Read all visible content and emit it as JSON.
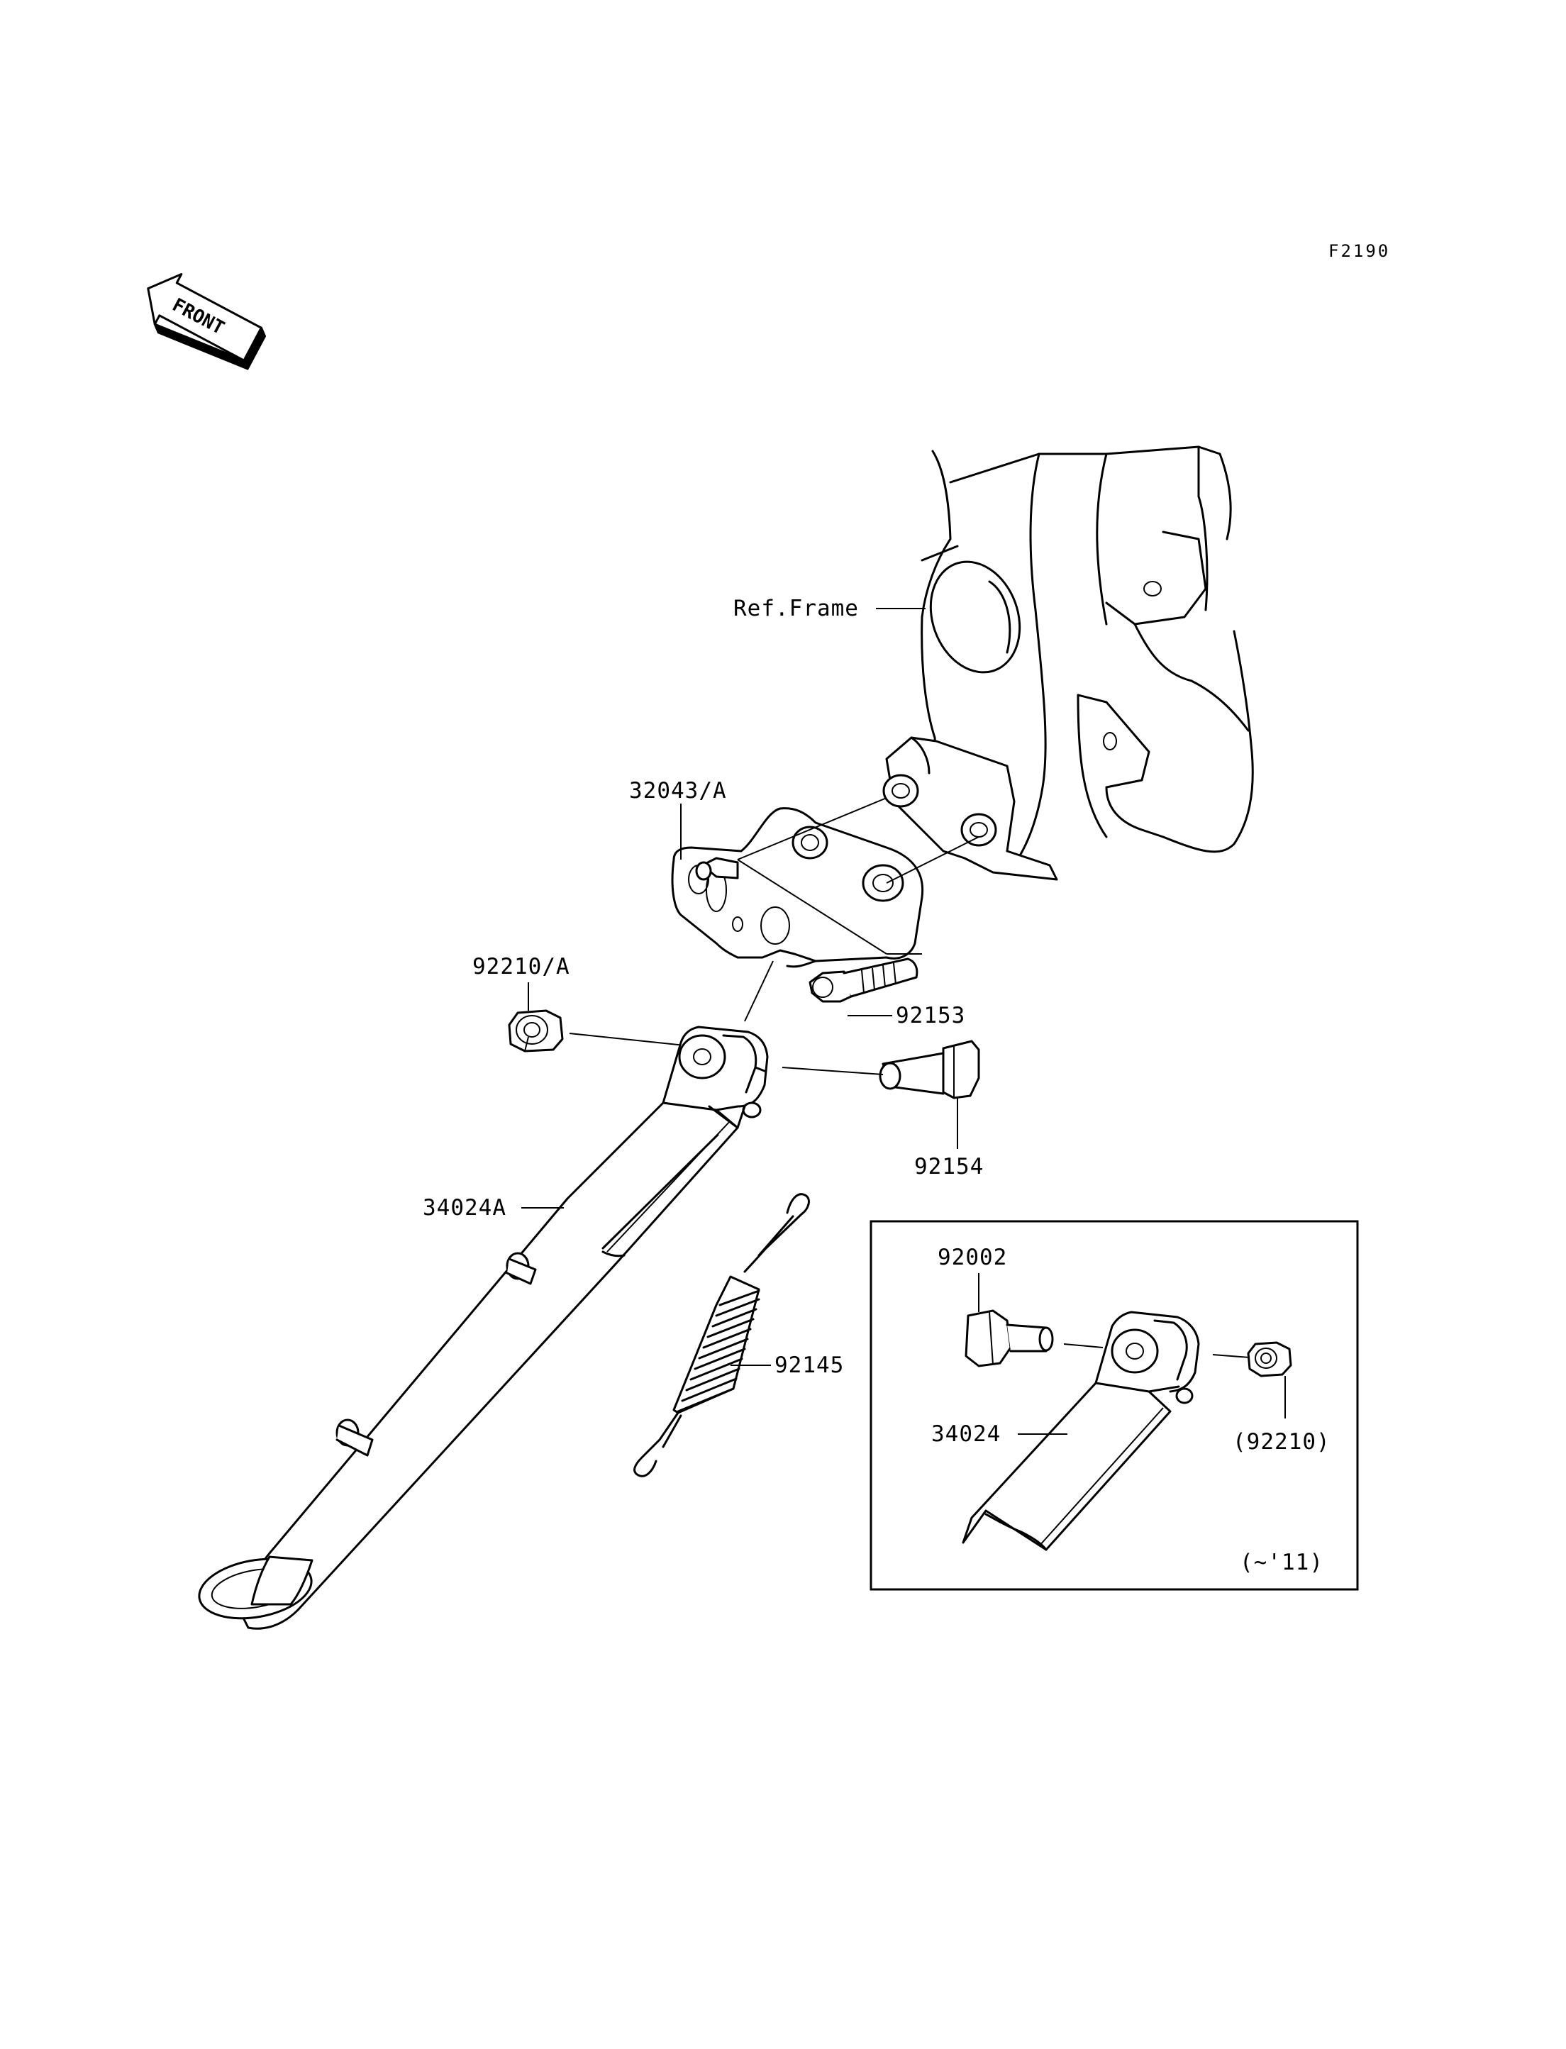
{
  "figure_code": "F2190",
  "front_arrow": {
    "label": "FRONT",
    "icon": "front-direction-arrow-icon"
  },
  "labels": {
    "ref_frame": "Ref.Frame",
    "bracket": "32043/A",
    "nut_a": "92210/A",
    "bolt_92153": "92153",
    "bolt_92154": "92154",
    "stand_a": "34024A",
    "spring": "92145"
  },
  "inset": {
    "bolt": "92002",
    "stand": "34024",
    "nut": "(92210)",
    "applicability": "(~'11)"
  }
}
